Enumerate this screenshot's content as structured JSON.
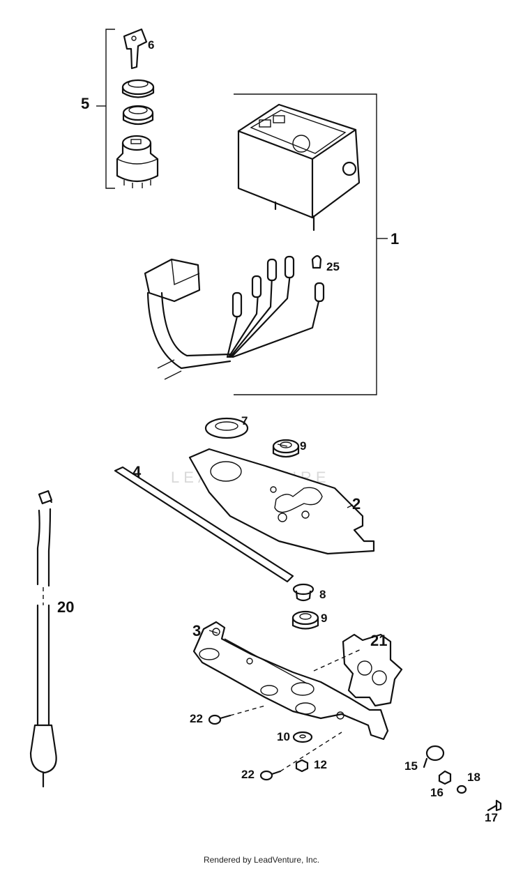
{
  "watermark": "LEADVENTURE",
  "footer": "Rendered by LeadVenture, Inc.",
  "callouts": {
    "c1": "1",
    "c2": "2",
    "c3": "3",
    "c4": "4",
    "c5": "5",
    "c6": "6",
    "c7": "7",
    "c8": "8",
    "c9a": "9",
    "c9b": "9",
    "c10": "10",
    "c12": "12",
    "c15": "15",
    "c16": "16",
    "c17": "17",
    "c18": "18",
    "c20": "20",
    "c21": "21",
    "c22a": "22",
    "c22b": "22",
    "c25": "25"
  }
}
